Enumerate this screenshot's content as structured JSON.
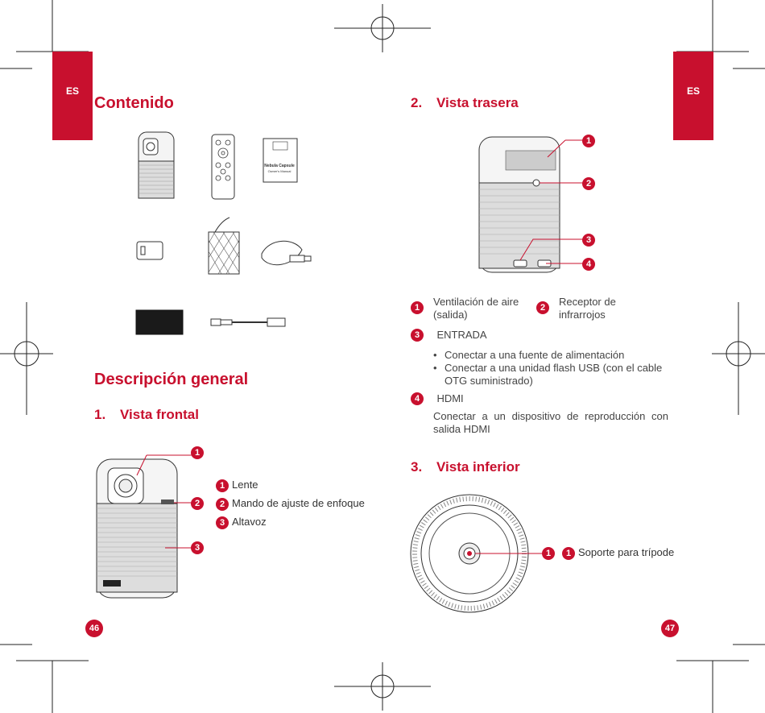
{
  "left_page": {
    "lang_tab": "ES",
    "contents_title": "Contenido",
    "manual_cover_text": "Nebula Capsule",
    "manual_cover_subtext": "Owner's Manual",
    "overview_title": "Descripción general",
    "front_view": {
      "number": "1.",
      "title": "Vista frontal"
    },
    "front_legend": [
      {
        "num": "1",
        "label": "Lente"
      },
      {
        "num": "2",
        "label": "Mando de ajuste de enfoque"
      },
      {
        "num": "3",
        "label": "Altavoz"
      }
    ],
    "page_number": "46"
  },
  "right_page": {
    "lang_tab": "ES",
    "rear_view": {
      "number": "2.",
      "title": "Vista trasera"
    },
    "rear_callouts": [
      "1",
      "2",
      "3",
      "4"
    ],
    "rear_items": {
      "item1": {
        "num": "1",
        "label_line1": "Ventilación de aire",
        "label_line2": "(salida)"
      },
      "item2": {
        "num": "2",
        "label_line1": "Receptor de",
        "label_line2": "infrarrojos"
      },
      "item3": {
        "num": "3",
        "label": "ENTRADA",
        "bullets": [
          "Conectar a una fuente de alimentación",
          "Conectar a una unidad flash USB (con el cable OTG suministrado)"
        ]
      },
      "item4": {
        "num": "4",
        "label": "HDMI",
        "description": "Conectar a un dispositivo de reproducción con salida HDMI"
      }
    },
    "bottom_view": {
      "number": "3.",
      "title": "Vista inferior"
    },
    "bottom_legend": {
      "num": "1",
      "label": "Soporte para trípode"
    },
    "page_number": "47"
  },
  "colors": {
    "accent": "#c8102e",
    "text": "#333333"
  }
}
